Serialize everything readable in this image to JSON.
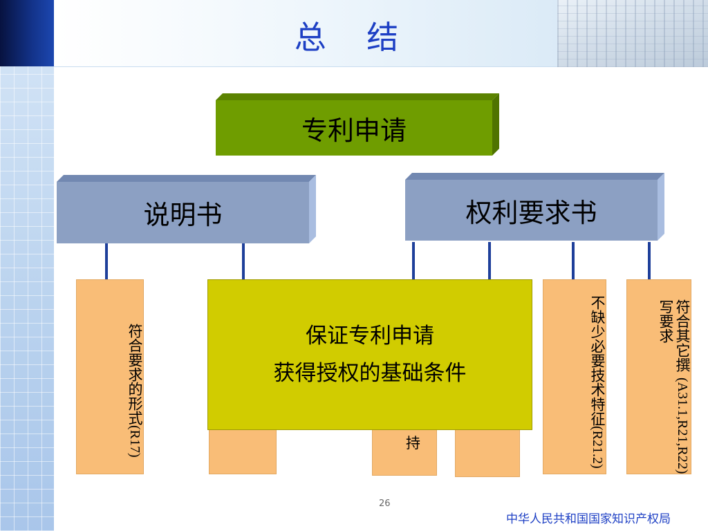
{
  "slide": {
    "title": "总 结",
    "root_box": "专利申请",
    "left_branch": "说明书",
    "right_branch": "权利要求书",
    "center_box": {
      "line1": "保证专利申请",
      "line2": "获得授权的基础条件"
    },
    "cards": {
      "form": {
        "text": "符合要求的形式",
        "ref": "(R17)"
      },
      "partial_text": "持",
      "technical": {
        "text": "不缺少必要技术特征",
        "ref": "(R21.2)"
      },
      "other": {
        "text": "符合其它撰写要求",
        "ref": "(A31.1,R21,R22)"
      }
    },
    "page_number": "26",
    "organization": "中华人民共和国国家知识产权局"
  },
  "colors": {
    "title": "#1d3fc4",
    "root_box": "#6f9d00",
    "branch_box": "#8ca0c3",
    "card": "#f9bd77",
    "center_box": "#d1cc00",
    "connector": "#1e3f9a"
  }
}
